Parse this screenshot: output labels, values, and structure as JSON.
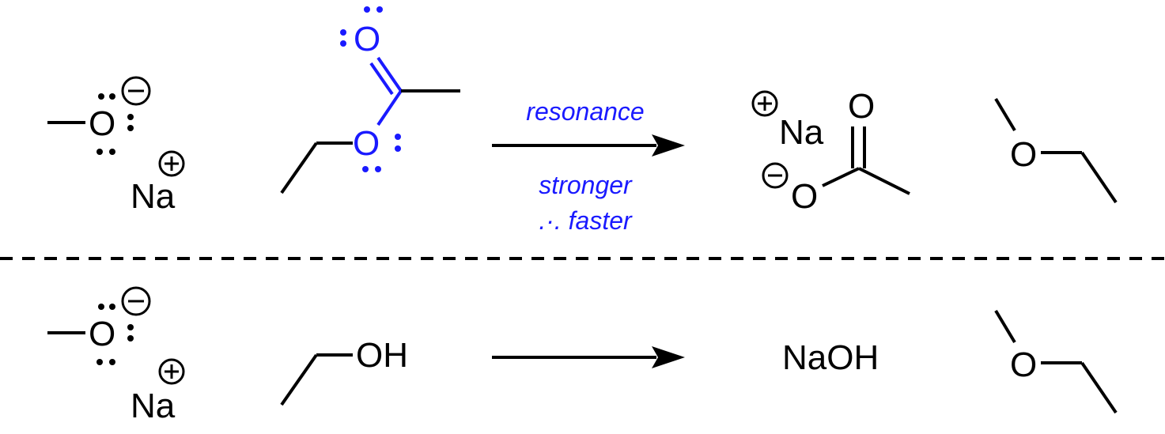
{
  "colors": {
    "ink": "#000000",
    "highlight": "#1a1aff"
  },
  "top_reaction": {
    "reagent1": {
      "oxygen": "O",
      "counterion": "Na",
      "charge": "negative",
      "counterion_charge": "positive"
    },
    "reagent2": {
      "carbonyl_oxygen": "O",
      "ester_oxygen": "O",
      "highlight": "#1a1aff"
    },
    "arrow": {
      "label_above": "resonance",
      "label_below_1": "stronger",
      "label_below_2": ".·. faster"
    },
    "product1": {
      "counterion": "Na",
      "carbonyl_oxygen": "O",
      "anion_oxygen": "O"
    },
    "product2": {
      "oxygen": "O"
    }
  },
  "divider": "dashed",
  "bottom_reaction": {
    "reagent1": {
      "oxygen": "O",
      "counterion": "Na"
    },
    "reagent2": {
      "group": "OH"
    },
    "product1": {
      "formula": "NaOH"
    },
    "product2": {
      "oxygen": "O"
    }
  }
}
